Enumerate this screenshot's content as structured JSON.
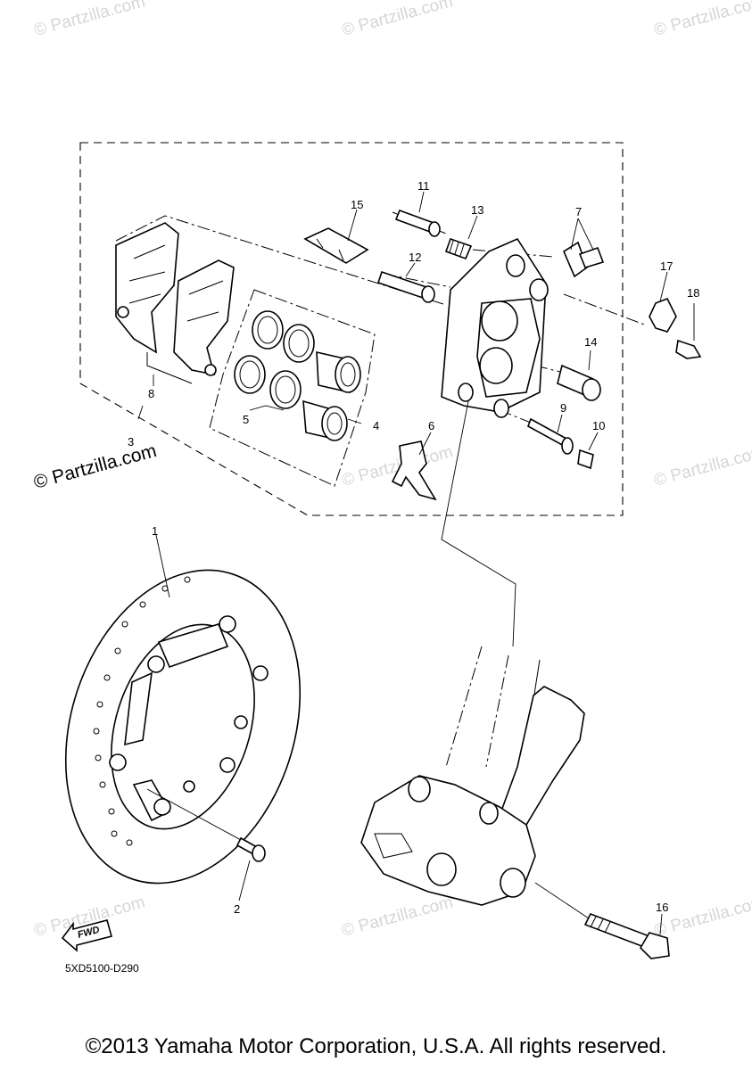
{
  "watermark": {
    "text": "© Partzilla.com",
    "prominent_text": "© Partzilla.com"
  },
  "callouts": [
    "1",
    "2",
    "3",
    "4",
    "5",
    "6",
    "7",
    "8",
    "9",
    "10",
    "11",
    "12",
    "13",
    "14",
    "15",
    "16",
    "17",
    "18"
  ],
  "fwd_label": "FWD",
  "diagram_code": "5XD5100-D290",
  "copyright": "©2013 Yamaha Motor Corporation, U.S.A. All rights reserved."
}
